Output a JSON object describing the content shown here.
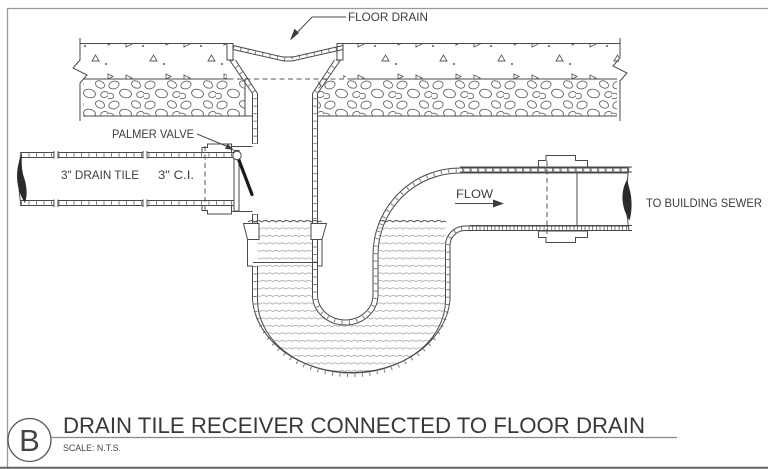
{
  "drawing": {
    "labels": {
      "floor_drain": "FLOOR DRAIN",
      "palmer_valve": "PALMER VALVE",
      "drain_tile_size": "3\" DRAIN TILE",
      "cast_iron_size": "3\" C.I.",
      "flow": "FLOW",
      "to_building_sewer": "TO BUILDING SEWER"
    },
    "title_block": {
      "detail_letter": "B",
      "title": "DRAIN TILE RECEIVER CONNECTED TO FLOOR DRAIN",
      "scale": "SCALE: N.T.S."
    },
    "colors": {
      "line": "#4a4a4a",
      "text": "#3d3d3d",
      "water_line": "#b0b0b0",
      "break_symbol": "#2a2a2a",
      "background": "#ffffff"
    }
  }
}
